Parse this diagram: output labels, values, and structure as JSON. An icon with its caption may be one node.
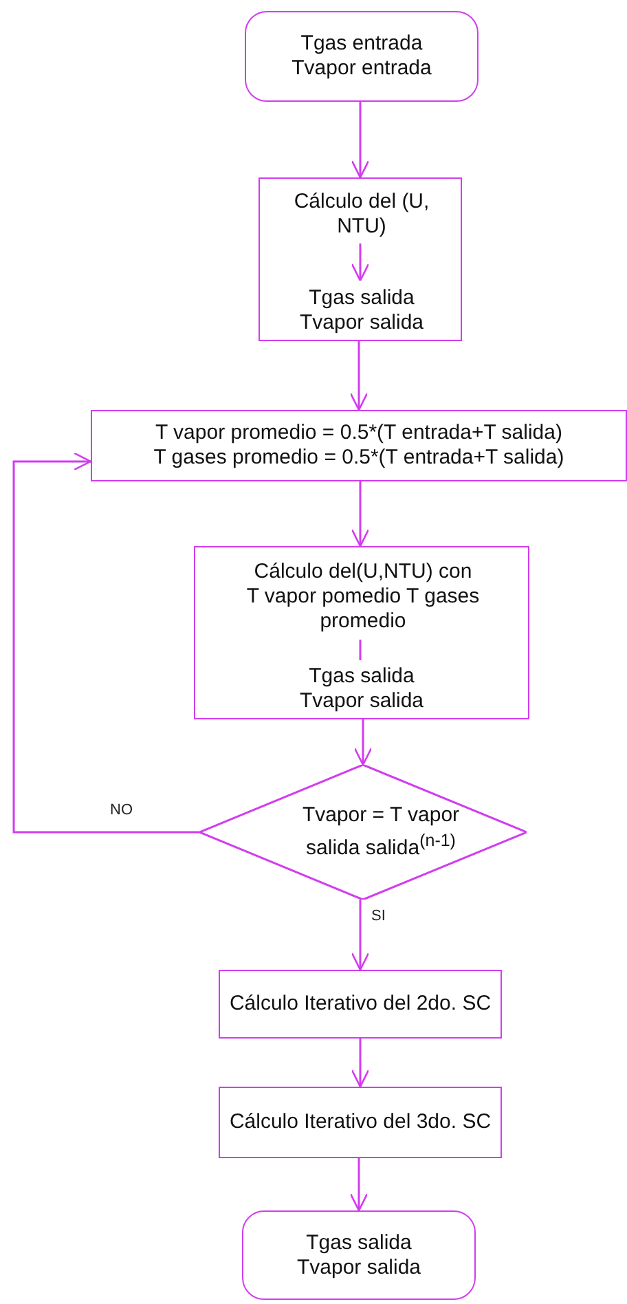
{
  "diagram": {
    "nodes": [
      {
        "text": [
          "Tgas entrada Tvapor entrada"
        ]
      },
      {
        "text": [],
        "shape": "box"
      },
      {
        "text": [
          "Cálculo del (U, NTU)"
        ],
        "in": 1
      },
      {
        "text": [
          "Tgas salida Tvapor salida"
        ],
        "in": 1
      },
      {
        "text": [
          "T vapor promedio = 0.5*(T entrada+T salida)",
          "T gases promedio = 0.5*(T entrada+T salida)"
        ]
      },
      {
        "text": [],
        "shape": "box"
      },
      {
        "text": [
          "Cálculo del(U,NTU) con T vapor pomedio T gases promedio"
        ],
        "in": 5
      },
      {
        "text": [
          "Tgas salida Tvapor salida"
        ],
        "in": 5
      },
      {
        "text": [
          "Tvapor = T vapor salida salida$^{(n-1)}$"
        ]
      },
      {
        "text": [
          "Cálculo Iterativo del 2do. SC"
        ]
      },
      {
        "text": [
          "Cálculo Iterativo del 3do. SC"
        ]
      },
      {
        "text": [
          "Tgas salida Tvapor salida"
        ]
      }
    ],
    "edges": [
      {
        "from": 0,
        "to": 1,
        "arrow": "to"
      },
      {
        "from": 2,
        "to": 3,
        "arrow": "to"
      },
      {
        "from": 1,
        "to": 4,
        "arrow": "to"
      },
      {
        "from": 4,
        "to": 5,
        "arrow": "to"
      },
      {
        "from": 6,
        "to": 7,
        "arrow": "none"
      },
      {
        "from": 5,
        "to": 8,
        "arrow": "to"
      },
      {
        "from": 8,
        "to": 4,
        "arrow": "to",
        "label": "NO"
      },
      {
        "from": 8,
        "to": 9,
        "arrow": "to",
        "label": "SI"
      },
      {
        "from": 9,
        "to": 10,
        "arrow": "to"
      },
      {
        "from": 10,
        "to": 11,
        "arrow": "to"
      }
    ]
  }
}
